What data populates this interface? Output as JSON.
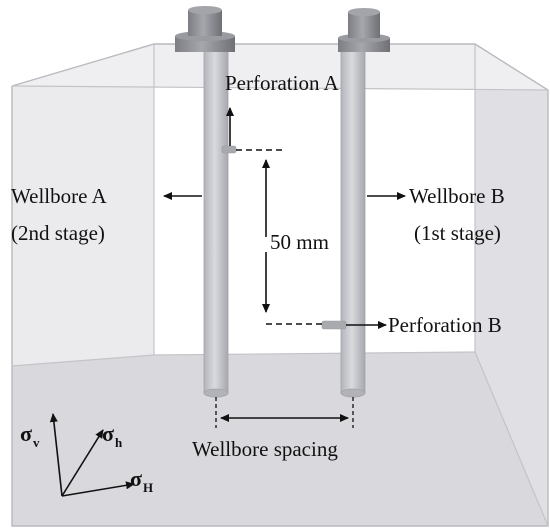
{
  "labels": {
    "perforation_a": "Perforation A",
    "perforation_b": "Perforation B",
    "wellbore_a_line1": "Wellbore A",
    "wellbore_a_line2": "(2nd stage)",
    "wellbore_b_line1": "Wellbore B",
    "wellbore_b_line2": "(1st stage)",
    "distance": "50 mm",
    "wellbore_spacing": "Wellbore spacing"
  },
  "stress_axes": {
    "vertical_symbol": "σ",
    "vertical_subscript": "v",
    "min_horizontal_symbol": "σ",
    "min_horizontal_subscript": "h",
    "max_horizontal_symbol": "σ",
    "max_horizontal_subscript": "H"
  },
  "colors": {
    "block_face": "#e3e3e6",
    "block_edge": "#b9b9be",
    "wellbore_body": "#c8c9cf",
    "wellbore_cap": "#8d8e93",
    "annotation": "#111111"
  }
}
